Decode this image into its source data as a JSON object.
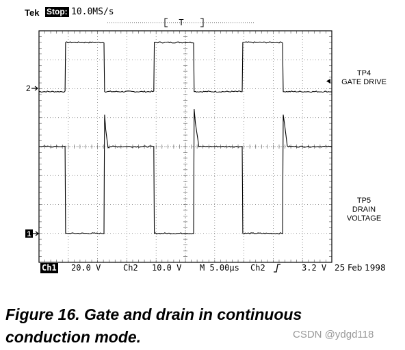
{
  "header": {
    "brand": "Tek",
    "state": "Stop:",
    "sample_rate": "10.0MS/s",
    "trigger_marker": "T"
  },
  "channel_labels": {
    "tp4_line1": "TP4",
    "tp4_line2": "GATE DRIVE",
    "tp5_line1": "TP5",
    "tp5_line2": "DRAIN",
    "tp5_line3": "VOLTAGE",
    "ch2_marker": "2",
    "ch1_marker": "1"
  },
  "settings": {
    "ch1_name": "Ch1",
    "ch1_scale": "20.0 V",
    "ch2_name": "Ch2",
    "ch2_scale": "10.0 V",
    "timebase": "M 5.00µs",
    "trigger_source": "Ch2",
    "trigger_slope": "rising-edge-icon",
    "trigger_level": "3.2 V",
    "date": "25 Feb 1998"
  },
  "caption": {
    "line1": "Figure 16. Gate and drain in continuous",
    "line2": "conduction mode."
  },
  "watermark": "CSDN @ydgd118",
  "chart_data": {
    "type": "line",
    "title": "",
    "xlabel": "",
    "ylabel": "",
    "grid": true,
    "x_unit": "µs",
    "xlim": [
      0,
      50
    ],
    "ylim_divisions": [
      0,
      8
    ],
    "series": [
      {
        "name": "TP4 GATE DRIVE",
        "unit": "V",
        "scale_per_div": 10.0,
        "points_div": [
          [
            0,
            5.9
          ],
          [
            4.45,
            5.9
          ],
          [
            4.55,
            7.6
          ],
          [
            11.1,
            7.6
          ],
          [
            11.2,
            5.9
          ],
          [
            19.6,
            5.9
          ],
          [
            19.7,
            7.6
          ],
          [
            26.4,
            7.6
          ],
          [
            26.5,
            5.9
          ],
          [
            34.7,
            5.9
          ],
          [
            34.8,
            7.6
          ],
          [
            41.6,
            7.6
          ],
          [
            41.7,
            5.9
          ],
          [
            50,
            5.9
          ]
        ]
      },
      {
        "name": "TP5 DRAIN VOLTAGE",
        "unit": "V",
        "scale_per_div": 20.0,
        "points_div": [
          [
            0,
            4.0
          ],
          [
            4.45,
            4.0
          ],
          [
            4.55,
            1.0
          ],
          [
            11.1,
            1.0
          ],
          [
            11.2,
            5.1
          ],
          [
            11.8,
            4.0
          ],
          [
            19.6,
            4.0
          ],
          [
            19.7,
            1.0
          ],
          [
            26.4,
            1.0
          ],
          [
            26.5,
            5.3
          ],
          [
            27.3,
            4.0
          ],
          [
            34.7,
            4.0
          ],
          [
            34.8,
            1.0
          ],
          [
            41.6,
            1.0
          ],
          [
            41.7,
            5.1
          ],
          [
            42.4,
            4.0
          ],
          [
            50,
            4.0
          ]
        ]
      }
    ]
  }
}
